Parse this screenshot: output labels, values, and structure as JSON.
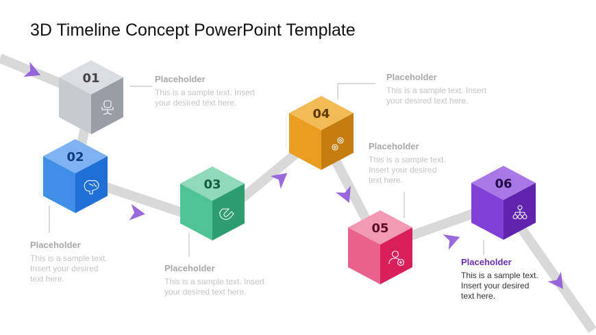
{
  "title": "3D Timeline Concept PowerPoint Template",
  "steps": [
    {
      "number": "01",
      "icon": "office-chair-icon",
      "top": "#dcdde2",
      "left": "#c9cad0",
      "right": "#9a9ca6",
      "numColor": "#444",
      "heading": "Placeholder",
      "text": "This is a sample text. Insert your desired text here."
    },
    {
      "number": "02",
      "icon": "brain-icon",
      "top": "#7fb2f3",
      "left": "#3f8ee8",
      "right": "#1f6fd6",
      "numColor": "#0e3d7a",
      "heading": "Placeholder",
      "text": "This is a sample text. Insert your desired text here."
    },
    {
      "number": "03",
      "icon": "magnet-icon",
      "top": "#8fdab9",
      "left": "#4fc391",
      "right": "#2f9e6e",
      "numColor": "#145a3c",
      "heading": "Placeholder",
      "text": "This is a sample text. Insert your desired text here."
    },
    {
      "number": "04",
      "icon": "gears-icon",
      "top": "#f3bb56",
      "left": "#e99e22",
      "right": "#c67d10",
      "numColor": "#5a3a05",
      "heading": "Placeholder",
      "text": "This is a sample text. Insert your desired text here."
    },
    {
      "number": "05",
      "icon": "add-user-icon",
      "top": "#f29ab5",
      "left": "#e9628e",
      "right": "#d81f5c",
      "numColor": "#5c0c26",
      "heading": "Placeholder",
      "text": "This is a sample text. Insert your desired text here."
    },
    {
      "number": "06",
      "icon": "org-chart-icon",
      "top": "#a978e6",
      "left": "#8040d6",
      "right": "#5f23ad",
      "numColor": "#230b47",
      "heading": "Placeholder",
      "text": "This is a sample text. Insert your desired text here."
    }
  ],
  "colors": {
    "path": "#d9d9d9",
    "arrow": "#8a4fd8"
  }
}
